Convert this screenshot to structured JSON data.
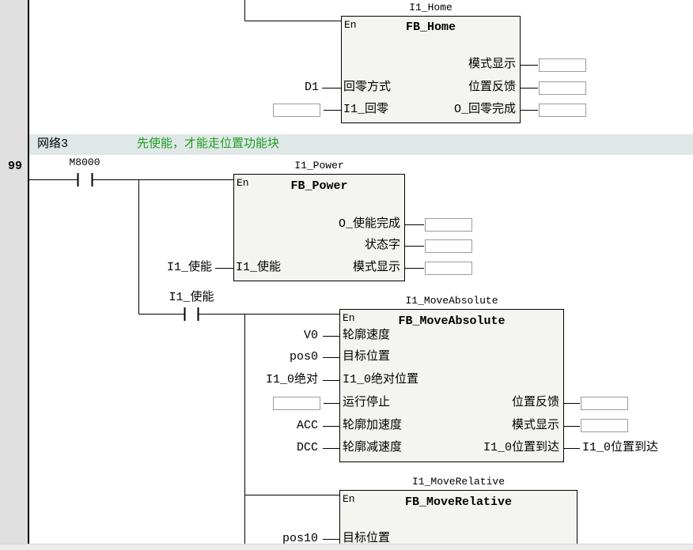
{
  "ladder": {
    "home_block": {
      "instance": "I1_Home",
      "en": "En",
      "type": "FB_Home",
      "inputs": [
        {
          "operand": "D1",
          "pin": "回零方式"
        },
        {
          "operand": "",
          "pin": "I1_回零"
        }
      ],
      "outputs": [
        {
          "pin": "模式显示",
          "operand": ""
        },
        {
          "pin": "位置反馈",
          "operand": ""
        },
        {
          "pin": "O_回零完成",
          "operand": ""
        }
      ]
    },
    "network3": {
      "row_number": "99",
      "name": "网络3",
      "comment": "先使能，才能走位置功能块",
      "contacts": [
        {
          "operand": "M8000"
        },
        {
          "operand": "I1_使能"
        }
      ],
      "power_block": {
        "instance": "I1_Power",
        "en": "En",
        "type": "FB_Power",
        "inputs": [
          {
            "operand": "I1_使能",
            "pin": "I1_使能"
          }
        ],
        "outputs": [
          {
            "pin": "O_使能完成",
            "operand": ""
          },
          {
            "pin": "状态字",
            "operand": ""
          },
          {
            "pin": "模式显示",
            "operand": ""
          }
        ]
      },
      "move_absolute_block": {
        "instance": "I1_MoveAbsolute",
        "en": "En",
        "type": "FB_MoveAbsolute",
        "inputs": [
          {
            "operand": "V0",
            "pin": "轮廓速度"
          },
          {
            "operand": "pos0",
            "pin": "目标位置"
          },
          {
            "operand": "I1_0绝对",
            "pin": "I1_0绝对位置"
          },
          {
            "operand": "",
            "pin": "运行停止"
          },
          {
            "operand": "ACC",
            "pin": "轮廓加速度"
          },
          {
            "operand": "DCC",
            "pin": "轮廓减速度"
          }
        ],
        "outputs": [
          {
            "pin": "位置反馈",
            "operand": ""
          },
          {
            "pin": "模式显示",
            "operand": ""
          },
          {
            "pin": "I1_0位置到达",
            "operand": "I1_0位置到达"
          }
        ]
      },
      "move_relative_block": {
        "instance": "I1_MoveRelative",
        "en": "En",
        "type": "FB_MoveRelative",
        "inputs": [
          {
            "operand": "pos10",
            "pin": "目标位置"
          }
        ]
      }
    }
  },
  "colors": {
    "gutter_bg": "#e0e0e0",
    "network_header_bg": "#dfe7e7",
    "comment_text": "#1f9d1f",
    "block_bg": "#f4f4f0",
    "field_border": "#9c9c9c",
    "wire": "#000000"
  }
}
